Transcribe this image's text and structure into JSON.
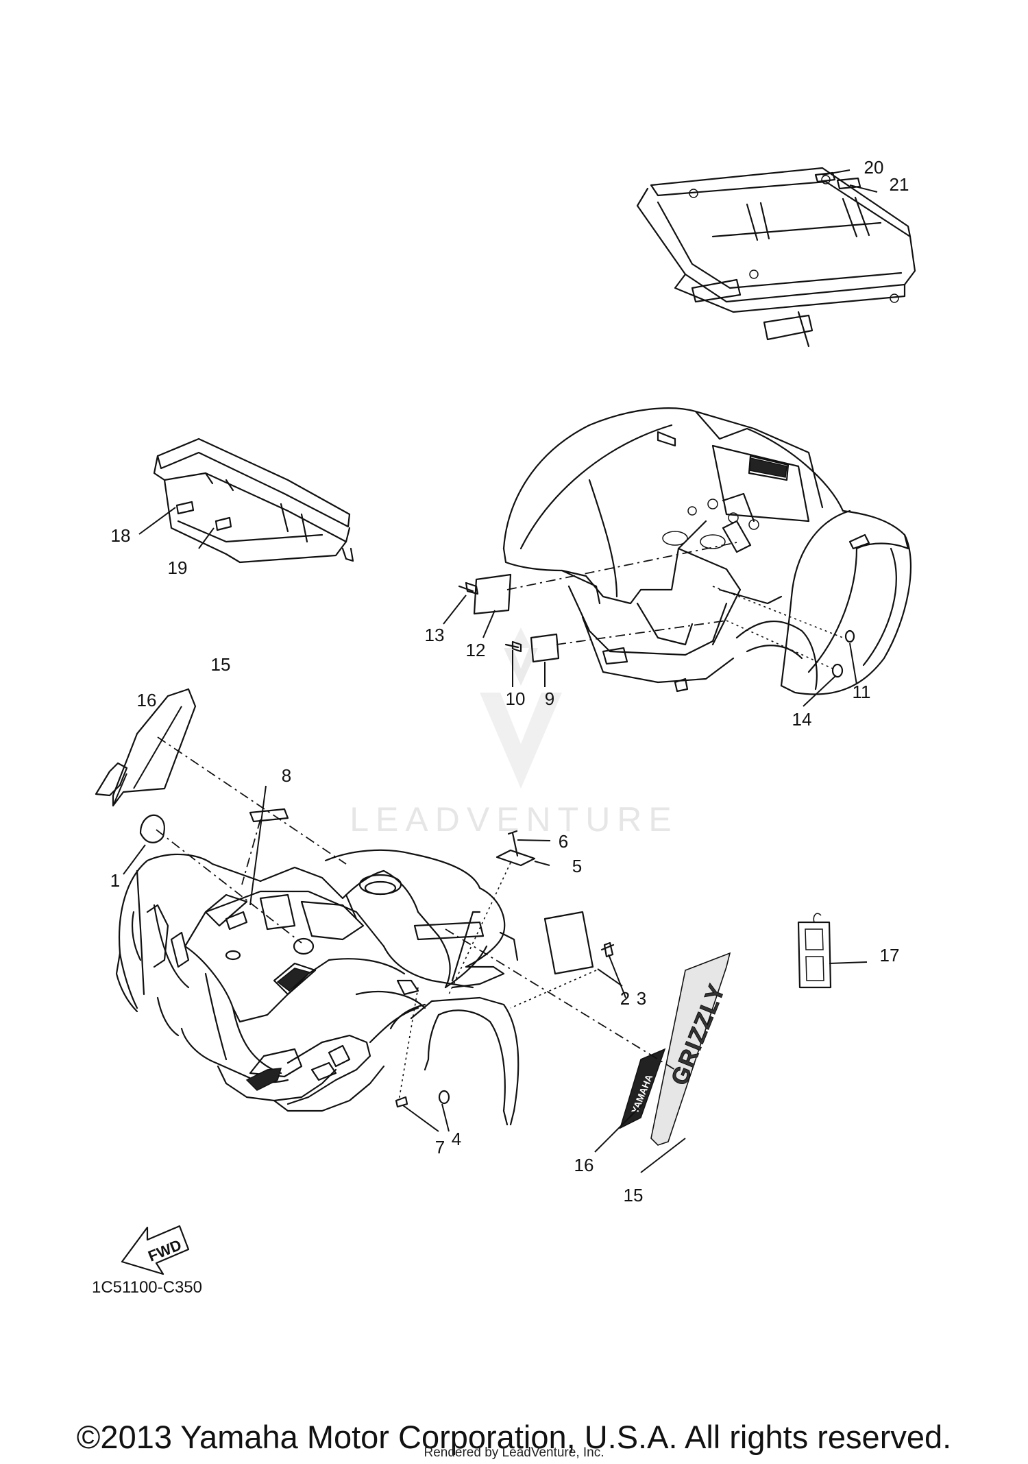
{
  "diagram": {
    "code": "1C51100-C350",
    "fwd_label": "FWD",
    "watermark": "LEADVENTURE",
    "callouts": [
      {
        "id": "c1",
        "label": "1"
      },
      {
        "id": "c2",
        "label": "2"
      },
      {
        "id": "c3",
        "label": "3"
      },
      {
        "id": "c4",
        "label": "4"
      },
      {
        "id": "c5",
        "label": "5"
      },
      {
        "id": "c6",
        "label": "6"
      },
      {
        "id": "c7",
        "label": "7"
      },
      {
        "id": "c8",
        "label": "8"
      },
      {
        "id": "c9",
        "label": "9"
      },
      {
        "id": "c10",
        "label": "10"
      },
      {
        "id": "c11",
        "label": "11"
      },
      {
        "id": "c12",
        "label": "12"
      },
      {
        "id": "c13",
        "label": "13"
      },
      {
        "id": "c14",
        "label": "14"
      },
      {
        "id": "c15a",
        "label": "15"
      },
      {
        "id": "c15b",
        "label": "15"
      },
      {
        "id": "c16a",
        "label": "16"
      },
      {
        "id": "c16b",
        "label": "16"
      },
      {
        "id": "c17",
        "label": "17"
      },
      {
        "id": "c18",
        "label": "18"
      },
      {
        "id": "c19",
        "label": "19"
      },
      {
        "id": "c20",
        "label": "20"
      },
      {
        "id": "c21",
        "label": "21"
      }
    ]
  },
  "footer": {
    "copyright": "©2013 Yamaha Motor Corporation, U.S.A. All rights reserved.",
    "rendered_by": "Rendered by LeadVenture, Inc."
  }
}
